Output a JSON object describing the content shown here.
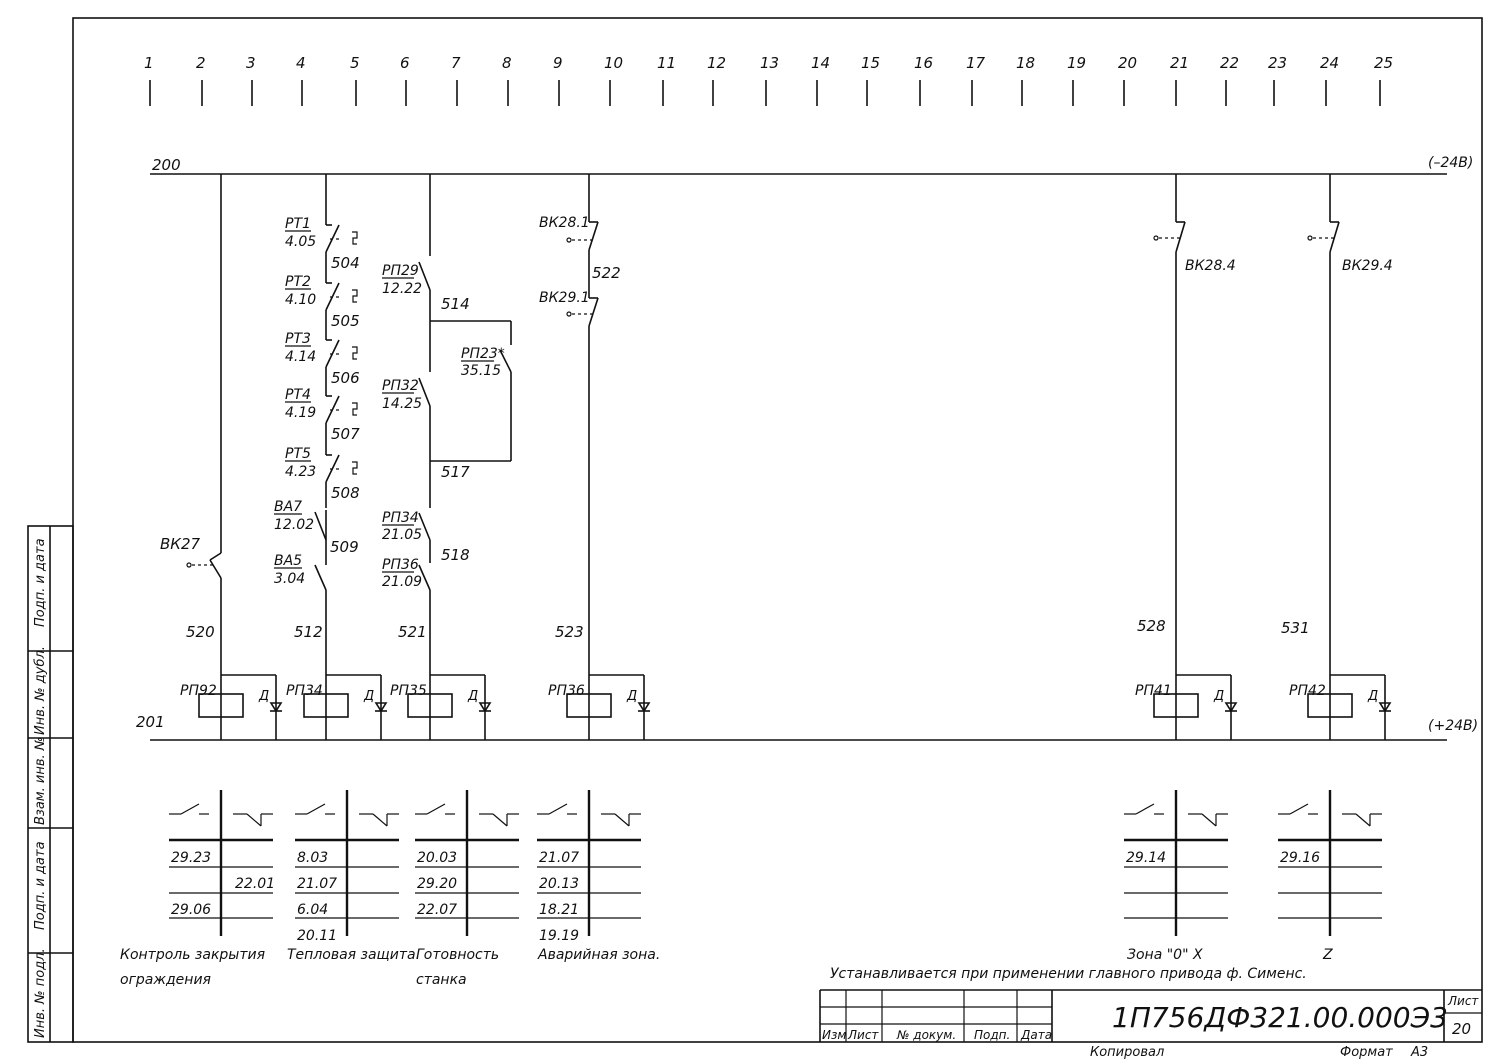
{
  "columns": [
    "1",
    "2",
    "3",
    "4",
    "5",
    "6",
    "7",
    "8",
    "9",
    "10",
    "11",
    "12",
    "13",
    "14",
    "15",
    "16",
    "17",
    "18",
    "19",
    "20",
    "21",
    "22",
    "23",
    "24",
    "25"
  ],
  "bus_top": {
    "number": "200",
    "voltage": "(–24В)"
  },
  "bus_bottom": {
    "number": "201",
    "voltage": "(+24В)"
  },
  "branch1": {
    "switch": "ВК27",
    "wire": "520",
    "relay": "РП92",
    "diode": "Д"
  },
  "branch2": {
    "thermal": [
      {
        "name": "РТ1",
        "ref": "4.05",
        "wire": "504"
      },
      {
        "name": "РТ2",
        "ref": "4.10",
        "wire": "505"
      },
      {
        "name": "РТ3",
        "ref": "4.14",
        "wire": "506"
      },
      {
        "name": "РТ4",
        "ref": "4.19",
        "wire": "507"
      },
      {
        "name": "РТ5",
        "ref": "4.23",
        "wire": "508"
      }
    ],
    "ba7": {
      "name": "ВА7",
      "ref": "12.02",
      "wire": "509"
    },
    "ba5": {
      "name": "ВА5",
      "ref": "3.04"
    },
    "wire": "512",
    "relay": "РП34",
    "diode": "Д"
  },
  "branch3": {
    "rp29": {
      "name": "РП29",
      "ref": "12.22"
    },
    "w514": "514",
    "rp23": {
      "name": "РП23*",
      "ref": "35.15"
    },
    "rp32": {
      "name": "РП32",
      "ref": "14.25"
    },
    "w517": "517",
    "rp34": {
      "name": "РП34",
      "ref": "21.05"
    },
    "w518": "518",
    "rp36": {
      "name": "РП36",
      "ref": "21.09"
    },
    "wire": "521",
    "relay": "РП35",
    "diode": "Д"
  },
  "branch4": {
    "vk281": "ВК28.1",
    "w522": "522",
    "vk291": "ВК29.1",
    "wire": "523",
    "relay": "РП36",
    "diode": "Д"
  },
  "branch5": {
    "switch": "ВК28.4",
    "wire": "528",
    "relay": "РП41",
    "diode": "Д"
  },
  "branch6": {
    "switch": "ВК29.4",
    "wire": "531",
    "relay": "РП42",
    "diode": "Д"
  },
  "contacts": [
    {
      "rows": [
        [
          "29.23",
          ""
        ],
        [
          "",
          "22.01"
        ],
        [
          "29.06",
          ""
        ]
      ],
      "caption": [
        "Контроль закрытия",
        "ограждения"
      ]
    },
    {
      "rows": [
        [
          "8.03",
          ""
        ],
        [
          "21.07",
          ""
        ],
        [
          "6.04",
          ""
        ],
        [
          "20.11",
          ""
        ]
      ],
      "caption": [
        "Тепловая защита.",
        ""
      ]
    },
    {
      "rows": [
        [
          "20.03",
          ""
        ],
        [
          "29.20",
          ""
        ],
        [
          "22.07",
          ""
        ]
      ],
      "caption": [
        "Готовность",
        "станка"
      ]
    },
    {
      "rows": [
        [
          "21.07",
          ""
        ],
        [
          "20.13",
          ""
        ],
        [
          "18.21",
          ""
        ],
        [
          "19.19",
          ""
        ]
      ],
      "caption": [
        "Аварийная зона.",
        ""
      ]
    },
    {
      "rows": [
        [
          "29.14",
          ""
        ]
      ],
      "caption": [
        "Зона \"0\"  Х",
        ""
      ]
    },
    {
      "rows": [
        [
          "29.16",
          ""
        ]
      ],
      "caption": [
        "Z",
        ""
      ]
    }
  ],
  "note": "Устанавливается при применении главного привода ф. Сименс.",
  "side_stamp": [
    "Подп. и дата",
    "Инв. № дубл.",
    "Взам. инв. №",
    "Подп. и дата",
    "Инв. № подл."
  ],
  "title_block": {
    "headers": [
      "Изм",
      "Лист",
      "№ докум.",
      "Подп.",
      "Дата"
    ],
    "designation": "1П756ДФ321.00.000Э3",
    "sheet_label": "Лист",
    "sheet": "20",
    "copied": "Копировал",
    "format_label": "Формат",
    "format": "А3"
  }
}
